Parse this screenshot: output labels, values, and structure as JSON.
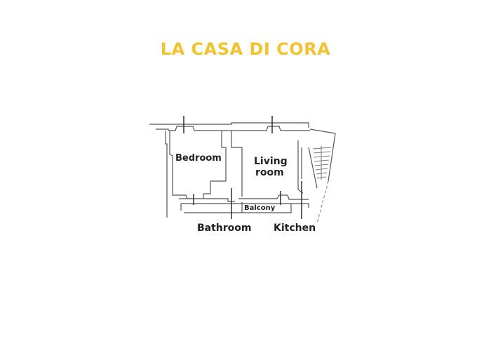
{
  "title": "LA CASA DI CORA",
  "colors": {
    "title": "#f2c22f",
    "wall_outer": "#555555",
    "wall_inner": "#999999",
    "label": "#222222"
  },
  "rooms": {
    "bedroom": "Bedroom",
    "living_line1": "Living",
    "living_line2": "room",
    "balcony": "Balcony",
    "bathroom": "Bathroom",
    "kitchen": "Kitchen"
  }
}
